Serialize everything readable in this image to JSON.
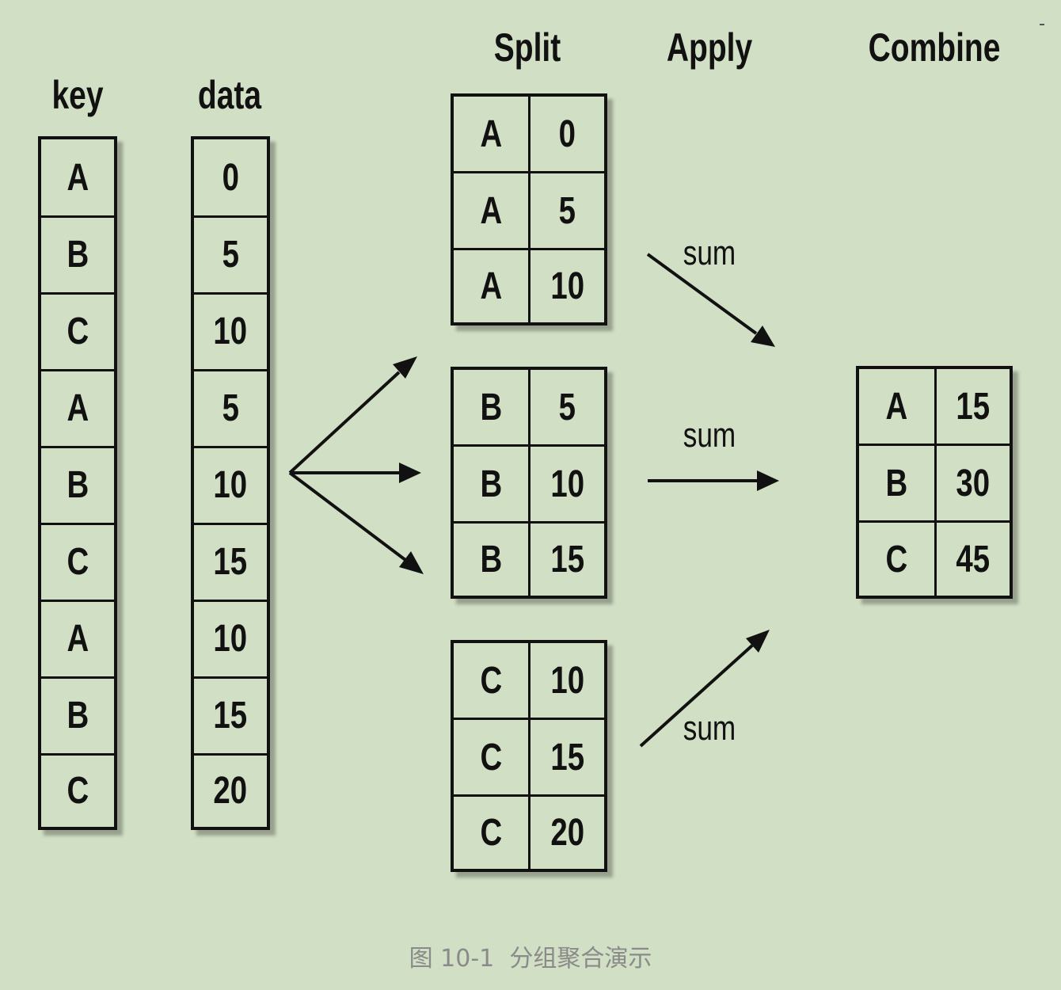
{
  "headers": {
    "key": "key",
    "data": "data",
    "split": "Split",
    "apply": "Apply",
    "combine": "Combine"
  },
  "key_column": [
    "A",
    "B",
    "C",
    "A",
    "B",
    "C",
    "A",
    "B",
    "C"
  ],
  "data_column": [
    "0",
    "5",
    "10",
    "5",
    "10",
    "15",
    "10",
    "15",
    "20"
  ],
  "split_groups": [
    {
      "rows": [
        [
          "A",
          "0"
        ],
        [
          "A",
          "5"
        ],
        [
          "A",
          "10"
        ]
      ]
    },
    {
      "rows": [
        [
          "B",
          "5"
        ],
        [
          "B",
          "10"
        ],
        [
          "B",
          "15"
        ]
      ]
    },
    {
      "rows": [
        [
          "C",
          "10"
        ],
        [
          "C",
          "15"
        ],
        [
          "C",
          "20"
        ]
      ]
    }
  ],
  "apply_labels": [
    "sum",
    "sum",
    "sum"
  ],
  "combine_rows": [
    [
      "A",
      "15"
    ],
    [
      "B",
      "30"
    ],
    [
      "C",
      "45"
    ]
  ],
  "caption": "图 10-1  分组聚合演示"
}
